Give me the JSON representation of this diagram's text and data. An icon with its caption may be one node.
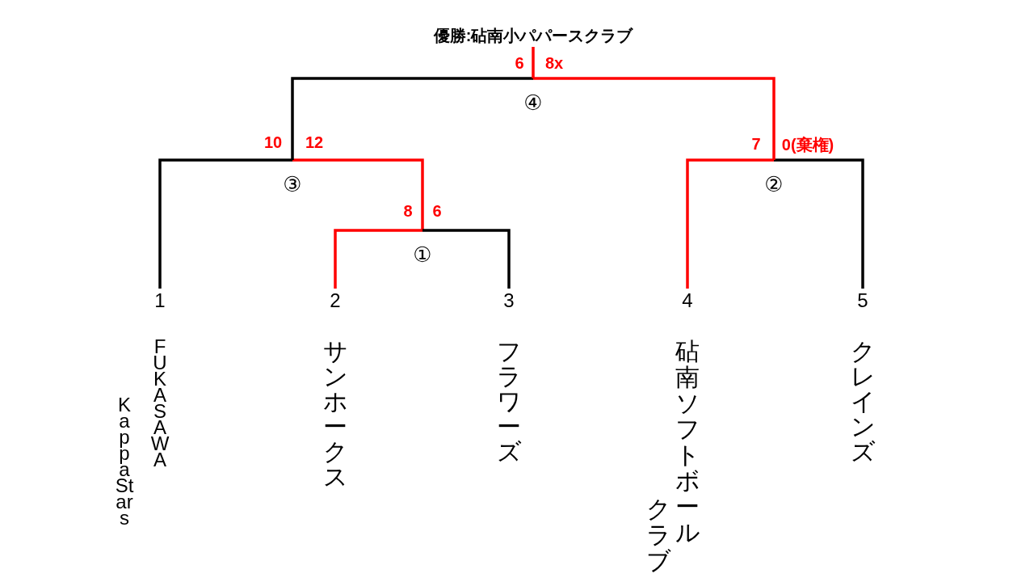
{
  "diagram": {
    "nodes": [
      {
        "text": [
          "優勝:砧南小パパースクラブ"
        ]
      },
      {
        "text": [
          "④"
        ]
      },
      {
        "text": [
          "③"
        ]
      },
      {
        "text": [
          "②"
        ]
      },
      {
        "text": [
          "①"
        ]
      },
      {
        "text": [
          "1",
          "FUKASAWA",
          "Kappa Stars"
        ]
      },
      {
        "text": [
          "2",
          "サンホークス"
        ]
      },
      {
        "text": [
          "3",
          "フラワーズ"
        ]
      },
      {
        "text": [
          "4",
          "砧南ソフトボール",
          "クラブ"
        ]
      },
      {
        "text": [
          "5",
          "クレインズ"
        ]
      }
    ],
    "edges": [
      {
        "from": 5,
        "to": 2,
        "arrow": "none",
        "label": "10",
        "color": "#000000"
      },
      {
        "from": 4,
        "to": 2,
        "arrow": "none",
        "label": "12"
      },
      {
        "from": 6,
        "to": 4,
        "arrow": "none",
        "label": "8"
      },
      {
        "from": 7,
        "to": 4,
        "arrow": "none",
        "label": "6",
        "color": "#000000"
      },
      {
        "from": 8,
        "to": 3,
        "arrow": "none",
        "label": "7"
      },
      {
        "from": 9,
        "to": 3,
        "arrow": "none",
        "label": "0(棄権)",
        "color": "#000000"
      },
      {
        "from": 2,
        "to": 1,
        "arrow": "none",
        "label": "6",
        "color": "#000000"
      },
      {
        "from": 3,
        "to": 1,
        "arrow": "none",
        "label": "8x"
      },
      {
        "from": 1,
        "to": 0,
        "arrow": "none"
      }
    ]
  }
}
